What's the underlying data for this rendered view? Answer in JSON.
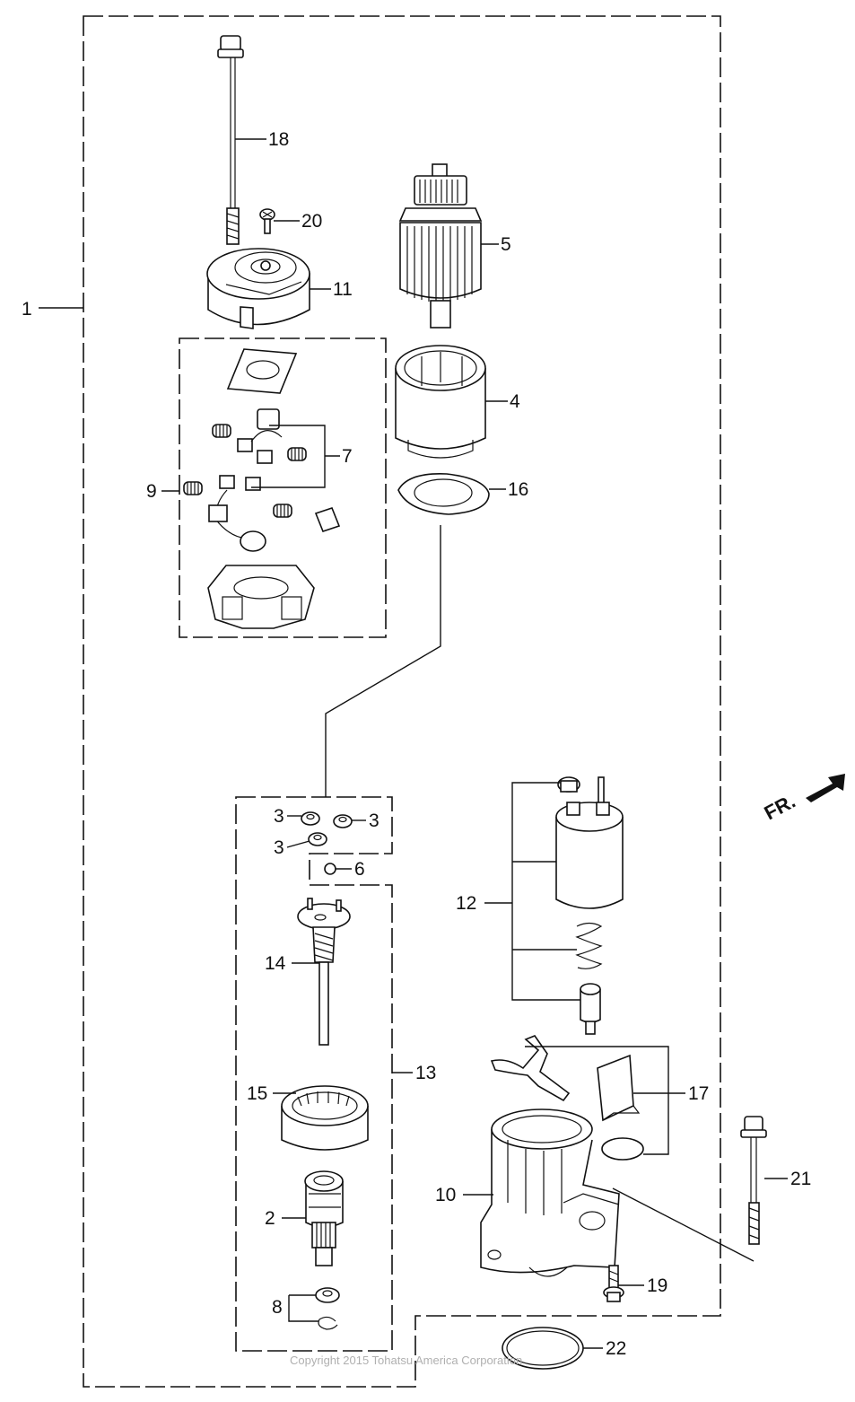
{
  "labels": {
    "p1": "1",
    "p2": "2",
    "p3a": "3",
    "p3b": "3",
    "p3c": "3",
    "p4": "4",
    "p5": "5",
    "p6": "6",
    "p7": "7",
    "p8": "8",
    "p9": "9",
    "p10": "10",
    "p11": "11",
    "p12": "12",
    "p13": "13",
    "p14": "14",
    "p15": "15",
    "p16": "16",
    "p17": "17",
    "p18": "18",
    "p19": "19",
    "p20": "20",
    "p21": "21",
    "p22": "22"
  },
  "front_indicator": "FR.",
  "copyright": "Copyright 2015 Tohatsu America Corporation"
}
